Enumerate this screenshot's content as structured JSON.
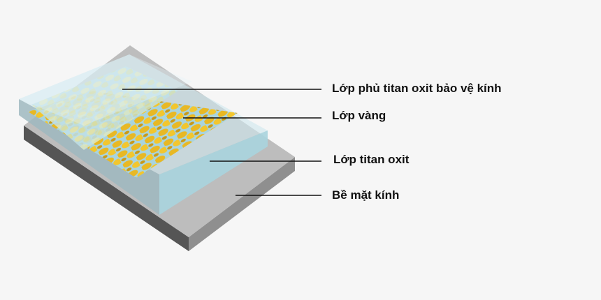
{
  "labels": {
    "top_coating": "Lớp phủ titan oxit bảo vệ kính",
    "gold": "Lớp vàng",
    "titanium_oxide": "Lớp titan oxit",
    "glass": "Bề mặt kính"
  },
  "colors": {
    "background": "#f6f6f6",
    "glass": "#bdbdbd",
    "titanium_oxide": "#a9d4de",
    "gold": "#e8b824",
    "coating": "#d8e6bf"
  }
}
